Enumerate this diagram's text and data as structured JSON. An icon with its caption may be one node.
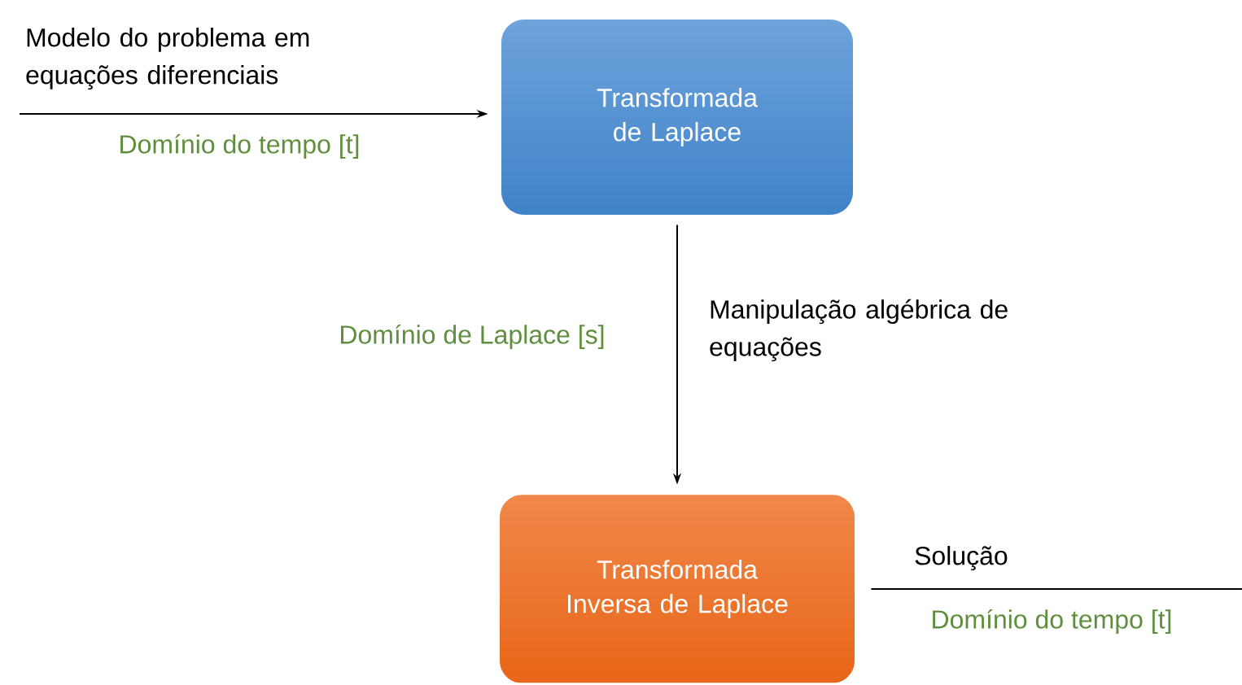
{
  "diagram": {
    "nodes": [
      {
        "text": [
          "Transformada de Laplace"
        ]
      },
      {
        "text": [
          "Transformada Inversa de Laplace"
        ]
      }
    ],
    "edges": [
      {
        "from": null,
        "to": 0,
        "arrow": "to",
        "label": "Modelo do problema em equações diferenciais"
      },
      {
        "from": 0,
        "to": 1,
        "arrow": "to",
        "label": "Manipulação algébrica de equações"
      },
      {
        "from": 1,
        "to": null,
        "arrow": "none",
        "label": "Solução"
      }
    ],
    "labels": [
      "Domínio do tempo [t]",
      "Domínio de Laplace [s]",
      "Domínio do tempo [t]"
    ]
  }
}
